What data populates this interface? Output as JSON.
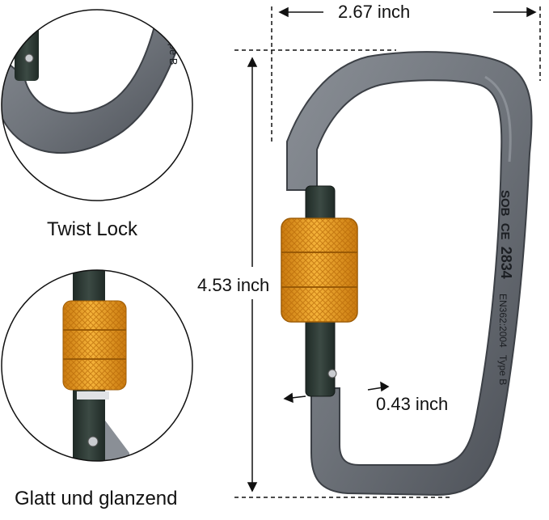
{
  "labels": {
    "twist_lock": "Twist Lock",
    "glatt": "Glatt und glanzend",
    "width": "2.67 inch",
    "height": "4.53 inch",
    "gate_opening": "0.43 inch"
  },
  "engravings": {
    "brand": "SOB",
    "ce": "CE",
    "number": "2834",
    "standard": "EN362:2004",
    "type": "Type B",
    "detail_type": "Type B"
  },
  "colors": {
    "body_gray": "#6f747b",
    "body_dark": "#4a4e55",
    "sleeve_orange": "#f0a020",
    "gate_green": "#2e3b36",
    "line": "#111111"
  }
}
